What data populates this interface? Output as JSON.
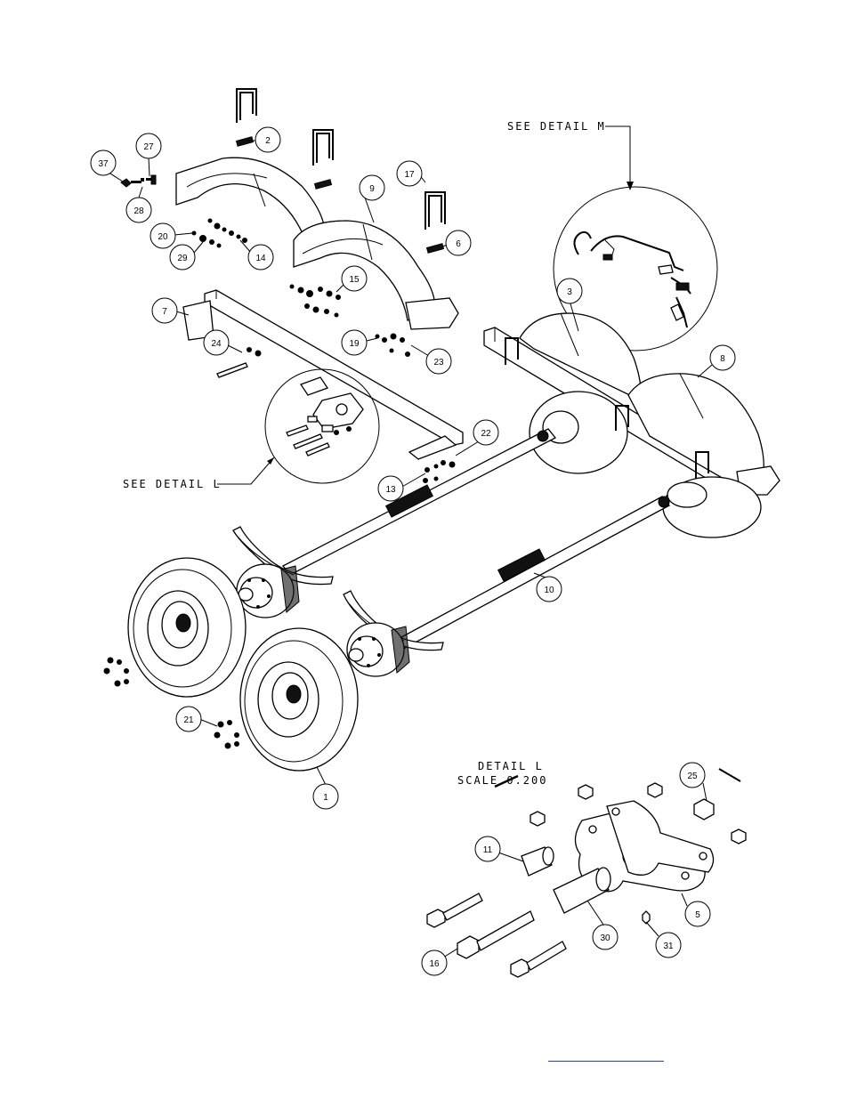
{
  "labels": {
    "see_detail_m": "SEE DETAIL  M",
    "see_detail_l": "SEE DETAIL  L",
    "detail_l_title": "DETAIL  L",
    "detail_l_scale": "SCALE  0.200"
  },
  "callouts": [
    {
      "id": "37",
      "n": "37"
    },
    {
      "id": "27",
      "n": "27"
    },
    {
      "id": "28",
      "n": "28"
    },
    {
      "id": "2",
      "n": "2"
    },
    {
      "id": "9",
      "n": "9"
    },
    {
      "id": "17",
      "n": "17"
    },
    {
      "id": "6",
      "n": "6"
    },
    {
      "id": "20",
      "n": "20"
    },
    {
      "id": "29",
      "n": "29"
    },
    {
      "id": "14",
      "n": "14"
    },
    {
      "id": "15",
      "n": "15"
    },
    {
      "id": "7",
      "n": "7"
    },
    {
      "id": "24",
      "n": "24"
    },
    {
      "id": "19",
      "n": "19"
    },
    {
      "id": "23",
      "n": "23"
    },
    {
      "id": "3",
      "n": "3"
    },
    {
      "id": "8",
      "n": "8"
    },
    {
      "id": "22",
      "n": "22"
    },
    {
      "id": "13",
      "n": "13"
    },
    {
      "id": "10",
      "n": "10"
    },
    {
      "id": "21",
      "n": "21"
    },
    {
      "id": "1",
      "n": "1"
    },
    {
      "id": "25",
      "n": "25"
    },
    {
      "id": "11",
      "n": "11"
    },
    {
      "id": "5",
      "n": "5"
    },
    {
      "id": "30",
      "n": "30"
    },
    {
      "id": "31",
      "n": "31"
    },
    {
      "id": "16",
      "n": "16"
    }
  ],
  "colors": {
    "ink": "#000000",
    "link": "#1a3fd0"
  }
}
